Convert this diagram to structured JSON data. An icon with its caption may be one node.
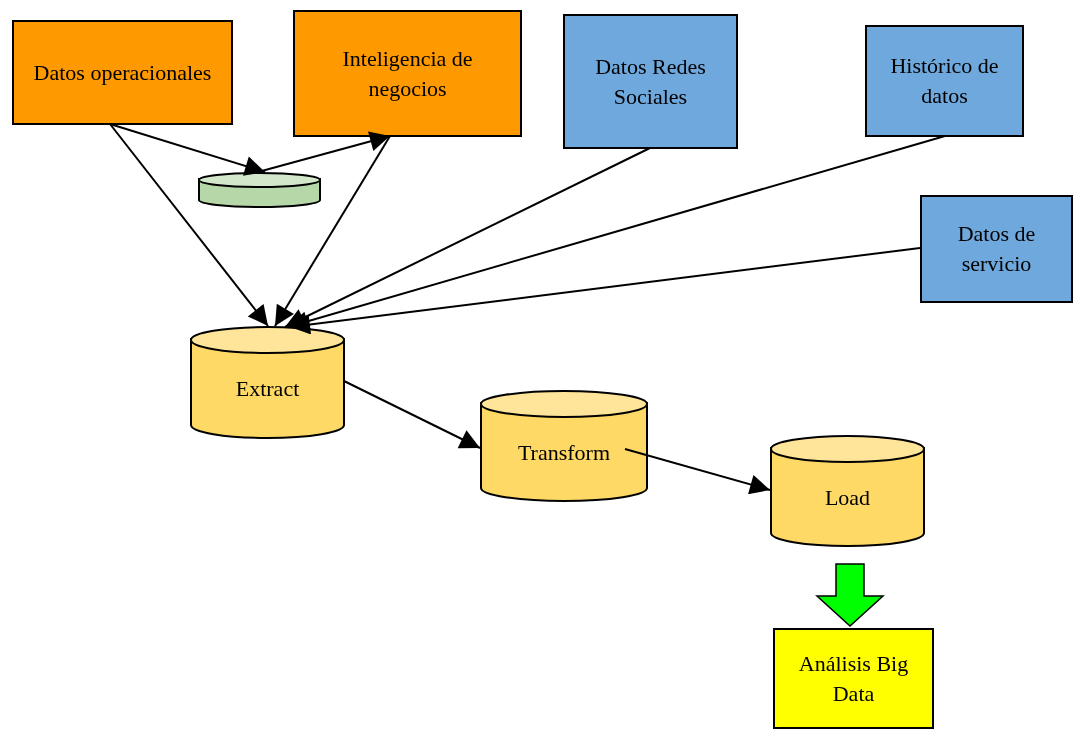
{
  "diagram": {
    "nodes": [
      {
        "text": [
          "Datos operacionales"
        ]
      },
      {
        "text": [
          "Inteligencia de negocios"
        ]
      },
      {
        "text": [
          "Datos Redes Sociales"
        ]
      },
      {
        "text": [
          "Histórico de datos"
        ]
      },
      {
        "text": [
          "Datos de servicio"
        ]
      },
      {
        "text": [],
        "shape": "cylinder"
      },
      {
        "text": [
          "Extract"
        ]
      },
      {
        "text": [
          "Transform"
        ]
      },
      {
        "text": [
          "Load"
        ]
      },
      {
        "text": [
          "Análisis Big Data"
        ]
      }
    ],
    "edges": [
      {
        "from": 0,
        "to": 5,
        "arrow": "to"
      },
      {
        "from": 5,
        "to": 1,
        "arrow": "to"
      },
      {
        "from": 0,
        "to": 6,
        "arrow": "to"
      },
      {
        "from": 1,
        "to": 6,
        "arrow": "to"
      },
      {
        "from": 2,
        "to": 6,
        "arrow": "to"
      },
      {
        "from": 3,
        "to": 6,
        "arrow": "to"
      },
      {
        "from": 4,
        "to": 6,
        "arrow": "to"
      },
      {
        "from": 6,
        "to": 7,
        "arrow": "to"
      },
      {
        "from": 7,
        "to": 8,
        "arrow": "to"
      },
      {
        "from": 8,
        "to": 9,
        "arrow": "to",
        "style": "thick",
        "color": "#00ff00"
      }
    ]
  }
}
